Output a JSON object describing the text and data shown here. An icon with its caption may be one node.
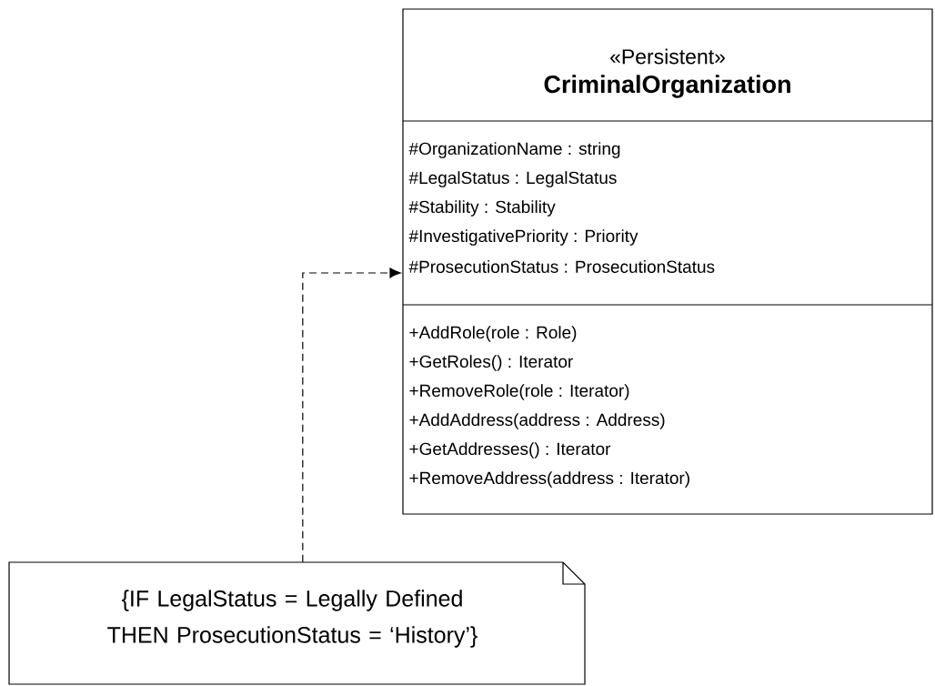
{
  "diagram": {
    "nodes": [
      {
        "text": [
          "«Persistent»",
          "CriminalOrganization",
          "#OrganizationName : string",
          "#LegalStatus : LegalStatus",
          "#Stability : Stability",
          "#InvestigativePriority : Priority",
          "#ProsecutionStatus : ProsecutionStatus",
          "+AddRole(role : Role)",
          "+GetRoles() : Iterator",
          "+RemoveRole(role : Iterator)",
          "+AddAddress(address : Address)",
          "+GetAddresses() : Iterator",
          "+RemoveAddress(address : Iterator)"
        ]
      },
      {
        "text": [
          "{IF LegalStatus = Legally Defined THEN ProsecutionStatus = ‘History’}"
        ]
      }
    ],
    "edges": [
      {
        "from": 1,
        "to": 0,
        "arrow": "to",
        "style": "dashed"
      }
    ]
  }
}
